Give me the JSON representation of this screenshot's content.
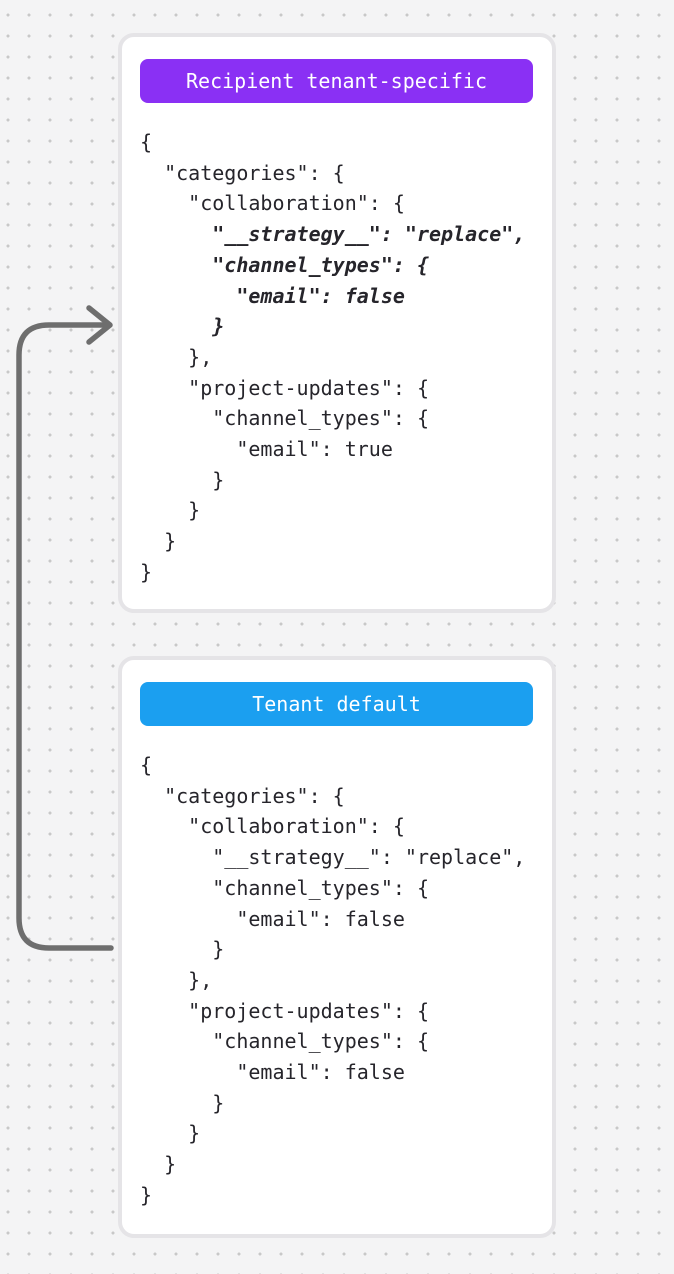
{
  "theme": {
    "background": "#f4f4f5",
    "dot": "#c8c8c8",
    "card_background": "#ffffff",
    "card_border": "#e5e4e7",
    "code_text": "#26252b",
    "arrow": "#6e6e6e"
  },
  "cards": [
    {
      "name": "recipient-tenant-specific",
      "badge": {
        "label": "Recipient tenant-specific",
        "color": "#8a30f4",
        "text_color": "#ffffff"
      },
      "code_lines": [
        {
          "t": "{",
          "em": false
        },
        {
          "t": "  \"categories\": {",
          "em": false
        },
        {
          "t": "    \"collaboration\": {",
          "em": false
        },
        {
          "t": "      \"__strategy__\": \"replace\",",
          "em": true
        },
        {
          "t": "      \"channel_types\": {",
          "em": true
        },
        {
          "t": "        \"email\": false",
          "em": true
        },
        {
          "t": "      }",
          "em": true
        },
        {
          "t": "    },",
          "em": false
        },
        {
          "t": "    \"project-updates\": {",
          "em": false
        },
        {
          "t": "      \"channel_types\": {",
          "em": false
        },
        {
          "t": "        \"email\": true",
          "em": false
        },
        {
          "t": "      }",
          "em": false
        },
        {
          "t": "    }",
          "em": false
        },
        {
          "t": "  }",
          "em": false
        },
        {
          "t": "}",
          "em": false
        }
      ]
    },
    {
      "name": "tenant-default",
      "badge": {
        "label": "Tenant default",
        "color": "#1b9ff0",
        "text_color": "#ffffff"
      },
      "code_lines": [
        {
          "t": "{",
          "em": false
        },
        {
          "t": "  \"categories\": {",
          "em": false
        },
        {
          "t": "    \"collaboration\": {",
          "em": false
        },
        {
          "t": "      \"__strategy__\": \"replace\",",
          "em": false
        },
        {
          "t": "      \"channel_types\": {",
          "em": false
        },
        {
          "t": "        \"email\": false",
          "em": false
        },
        {
          "t": "      }",
          "em": false
        },
        {
          "t": "    },",
          "em": false
        },
        {
          "t": "    \"project-updates\": {",
          "em": false
        },
        {
          "t": "      \"channel_types\": {",
          "em": false
        },
        {
          "t": "        \"email\": false",
          "em": false
        },
        {
          "t": "      }",
          "em": false
        },
        {
          "t": "    }",
          "em": false
        },
        {
          "t": "  }",
          "em": false
        },
        {
          "t": "}",
          "em": false
        }
      ]
    }
  ]
}
